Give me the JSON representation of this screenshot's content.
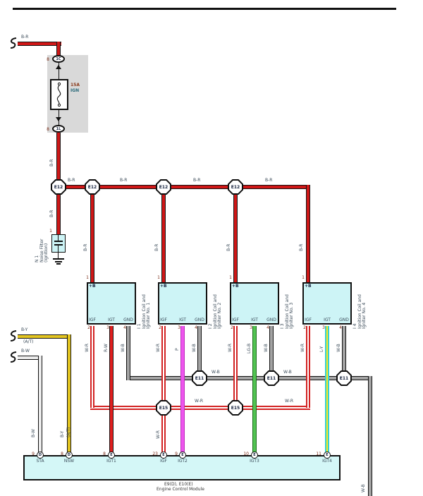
{
  "colors": {
    "wire_red": "#cf1717",
    "rating_text": "#8a3a1a",
    "fuse_name_text": "#2a6a7a",
    "component_fill": "#cdf4f6"
  },
  "top": {
    "feed_label": "B-R"
  },
  "fuse_block": {
    "pin_top": "8",
    "conn_top": "1C",
    "rating": "15A",
    "name": "IGN",
    "pin_bottom": "8",
    "conn_bottom": "1L"
  },
  "labels": {
    "br": "B-R",
    "wr": "W-R",
    "wb": "W-B"
  },
  "junctions": {
    "e12": "E12",
    "e11": "E11",
    "e15": "E15"
  },
  "noise_filter": {
    "pin": "1",
    "name": "N 1\nNoise Filter\n(Ignition)"
  },
  "coils": [
    {
      "pin_top": "1",
      "plus_b": "+B",
      "pin_igf": "2",
      "pin_igt": "3",
      "pin_gnd": "4",
      "term_igf": "IGF",
      "term_igt": "IGT",
      "term_gnd": "GND",
      "supply": "B-R",
      "igf_wire": "W-R",
      "igt_wire": "R-W",
      "gnd_wire": "W-B",
      "name": "I 1\nIgnition Coil and\nIgniter No. 1"
    },
    {
      "pin_top": "1",
      "plus_b": "+B",
      "pin_igf": "2",
      "pin_igt": "3",
      "pin_gnd": "4",
      "term_igf": "IGF",
      "term_igt": "IGT",
      "term_gnd": "GND",
      "supply": "B-R",
      "igf_wire": "W-R",
      "igt_wire": "P",
      "gnd_wire": "W-B",
      "name": "I 2\nIgnition Coil and\nIgniter No. 2"
    },
    {
      "pin_top": "1",
      "plus_b": "+B",
      "pin_igf": "2",
      "pin_igt": "3",
      "pin_gnd": "4",
      "term_igf": "IGF",
      "term_igt": "IGT",
      "term_gnd": "GND",
      "supply": "B-R",
      "igf_wire": "W-R",
      "igt_wire": "LG-B",
      "gnd_wire": "W-B",
      "name": "I 3\nIgnition Coil and\nIgniter No. 3"
    },
    {
      "pin_top": "1",
      "plus_b": "+B",
      "pin_igf": "2",
      "pin_igt": "3",
      "pin_gnd": "4",
      "term_igf": "IGF",
      "term_igt": "IGT",
      "term_gnd": "GND",
      "supply": "B-R",
      "igf_wire": "W-R",
      "igt_wire": "L-Y",
      "gnd_wire": "W-B",
      "name": "I 4\nIgnition Coil and\nIgniter No. 4"
    }
  ],
  "buses": {
    "wb": "W-B",
    "wr": "W-R",
    "igf_drop": "W-R",
    "right_drop": "W-B"
  },
  "inputs": [
    {
      "label": "B-Y",
      "note": "(A/T)",
      "bottom": "B-Y",
      "bottom_note": "(A/T)"
    },
    {
      "label": "B-W",
      "bottom": "B-W"
    }
  ],
  "ecm": {
    "pins": [
      {
        "no": "9",
        "conn": "D",
        "name": "STA"
      },
      {
        "no": "8",
        "conn": "D",
        "name": "NSW"
      },
      {
        "no": "8",
        "conn": "E",
        "name": "IGT1"
      },
      {
        "no": "23",
        "conn": "E",
        "name": "IGF"
      },
      {
        "no": "9",
        "conn": "E",
        "name": "IGT2"
      },
      {
        "no": "10",
        "conn": "E",
        "name": "IGT3"
      },
      {
        "no": "11",
        "conn": "E",
        "name": "IGT4"
      }
    ],
    "caption1": "E9(D), E10(E)",
    "caption2": "Engine Control Module"
  }
}
